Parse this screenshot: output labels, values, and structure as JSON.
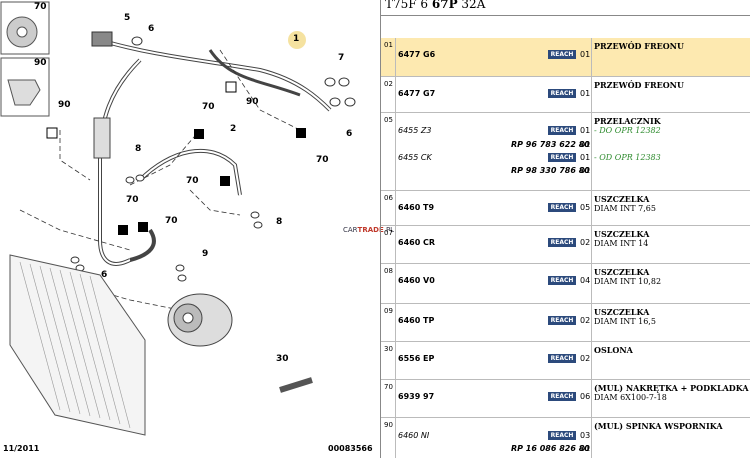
{
  "header": {
    "code_prefix": "T75F 6 ",
    "code_bold": "67P",
    "code_suffix": " 32A"
  },
  "rows": [
    {
      "idx": "01",
      "ref": "6477 G6",
      "qty": "01",
      "desc": "PRZEWÓD FREONU",
      "selected": true
    },
    {
      "idx": "02",
      "ref": "6477 G7",
      "qty": "01",
      "desc": "PRZEWÓD FREONU"
    },
    {
      "idx": "05",
      "ref": "6455 Z3",
      "rp1": "RP 96 783 622 80",
      "qty": "01",
      "qty2": "01",
      "desc": "PRZELACZNIK",
      "sub1": "- DO OPR 12382",
      "ref_b": "6455 CK",
      "rp2": "RP 98 330 786 80",
      "qty3": "01",
      "qty4": "01",
      "sub2": "- OD OPR 12383"
    },
    {
      "idx": "06",
      "ref": "6460 T9",
      "qty": "05",
      "desc": "USZCZELKA",
      "sub1": "DIAM INT 7,65"
    },
    {
      "idx": "07",
      "ref": "6460 CR",
      "qty": "02",
      "desc": "USZCZELKA",
      "sub1": "DIAM INT 14"
    },
    {
      "idx": "08",
      "ref": "6460 V0",
      "qty": "04",
      "desc": "USZCZELKA",
      "sub1": "DIAM INT 10,82"
    },
    {
      "idx": "09",
      "ref": "6460 TP",
      "qty": "02",
      "desc": "USZCZELKA",
      "sub1": "DIAM INT 16,5"
    },
    {
      "idx": "30",
      "ref": "6556 EP",
      "qty": "02",
      "desc": "OSLONA"
    },
    {
      "idx": "70",
      "ref": "6939 97",
      "qty": "06",
      "desc": "(MUL) NAKRĘTKA + PODKLADKA",
      "sub1": "DIAM 6X100-7-18"
    },
    {
      "idx": "90",
      "ref": "6460 NI",
      "rp1": "RP 16 086 826 80",
      "qty": "03",
      "qty2": "01",
      "desc": "(MUL) SPINKA WSPORNIKA"
    }
  ],
  "reach_label": "REACH",
  "diagram": {
    "date": "11/2011",
    "ref": "00083566",
    "watermark_a": "CAR",
    "watermark_b": "TRADE",
    "watermark_c": ".PL",
    "callouts": [
      "70",
      "90",
      "5",
      "6",
      "1",
      "7",
      "6",
      "90",
      "90",
      "70",
      "2",
      "70",
      "8",
      "70",
      "70",
      "70",
      "8",
      "6",
      "9",
      "30"
    ]
  },
  "colors": {
    "reach_bg": "#2c4a7c",
    "selected_bg": "#fde9b0",
    "green_note": "#2e8b2e",
    "callout_1": "#f5e2a0"
  }
}
